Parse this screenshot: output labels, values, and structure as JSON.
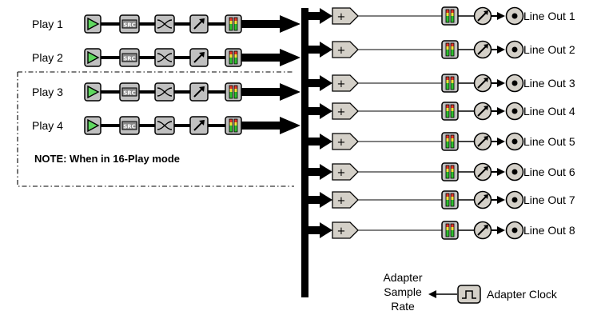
{
  "play_rows": [
    {
      "label": "Play 1"
    },
    {
      "label": "Play 2"
    },
    {
      "label": "Play 3"
    },
    {
      "label": "Play 4"
    }
  ],
  "play_chain_icons": [
    "play-icon",
    "src-icon",
    "crossfade-icon",
    "volume-ramp-icon",
    "meter-icon"
  ],
  "output_rows": [
    {
      "label": "Line Out 1"
    },
    {
      "label": "Line Out 2"
    },
    {
      "label": "Line Out 3"
    },
    {
      "label": "Line Out 4"
    },
    {
      "label": "Line Out 5"
    },
    {
      "label": "Line Out 6"
    },
    {
      "label": "Line Out 7"
    },
    {
      "label": "Line Out 8"
    }
  ],
  "output_chain_icons": [
    "mixer-sum-icon",
    "meter-icon",
    "volume-knob-icon",
    "output-jack-icon"
  ],
  "mixer_symbol": "+",
  "src_text": "SRC",
  "note": "NOTE: When in 16-Play mode",
  "clock": {
    "label": "Adapter Clock",
    "target_lines": [
      "Adapter",
      "Sample",
      "Rate"
    ]
  },
  "colors": {
    "play_green": "#5fd85f",
    "meter_green": "#2fbf2f",
    "meter_red": "#e63a2a",
    "meter_yellow": "#f2e33a",
    "icon_gray": "#c0c0c0",
    "icon_light": "#d4d0c8",
    "ink": "#000000"
  }
}
